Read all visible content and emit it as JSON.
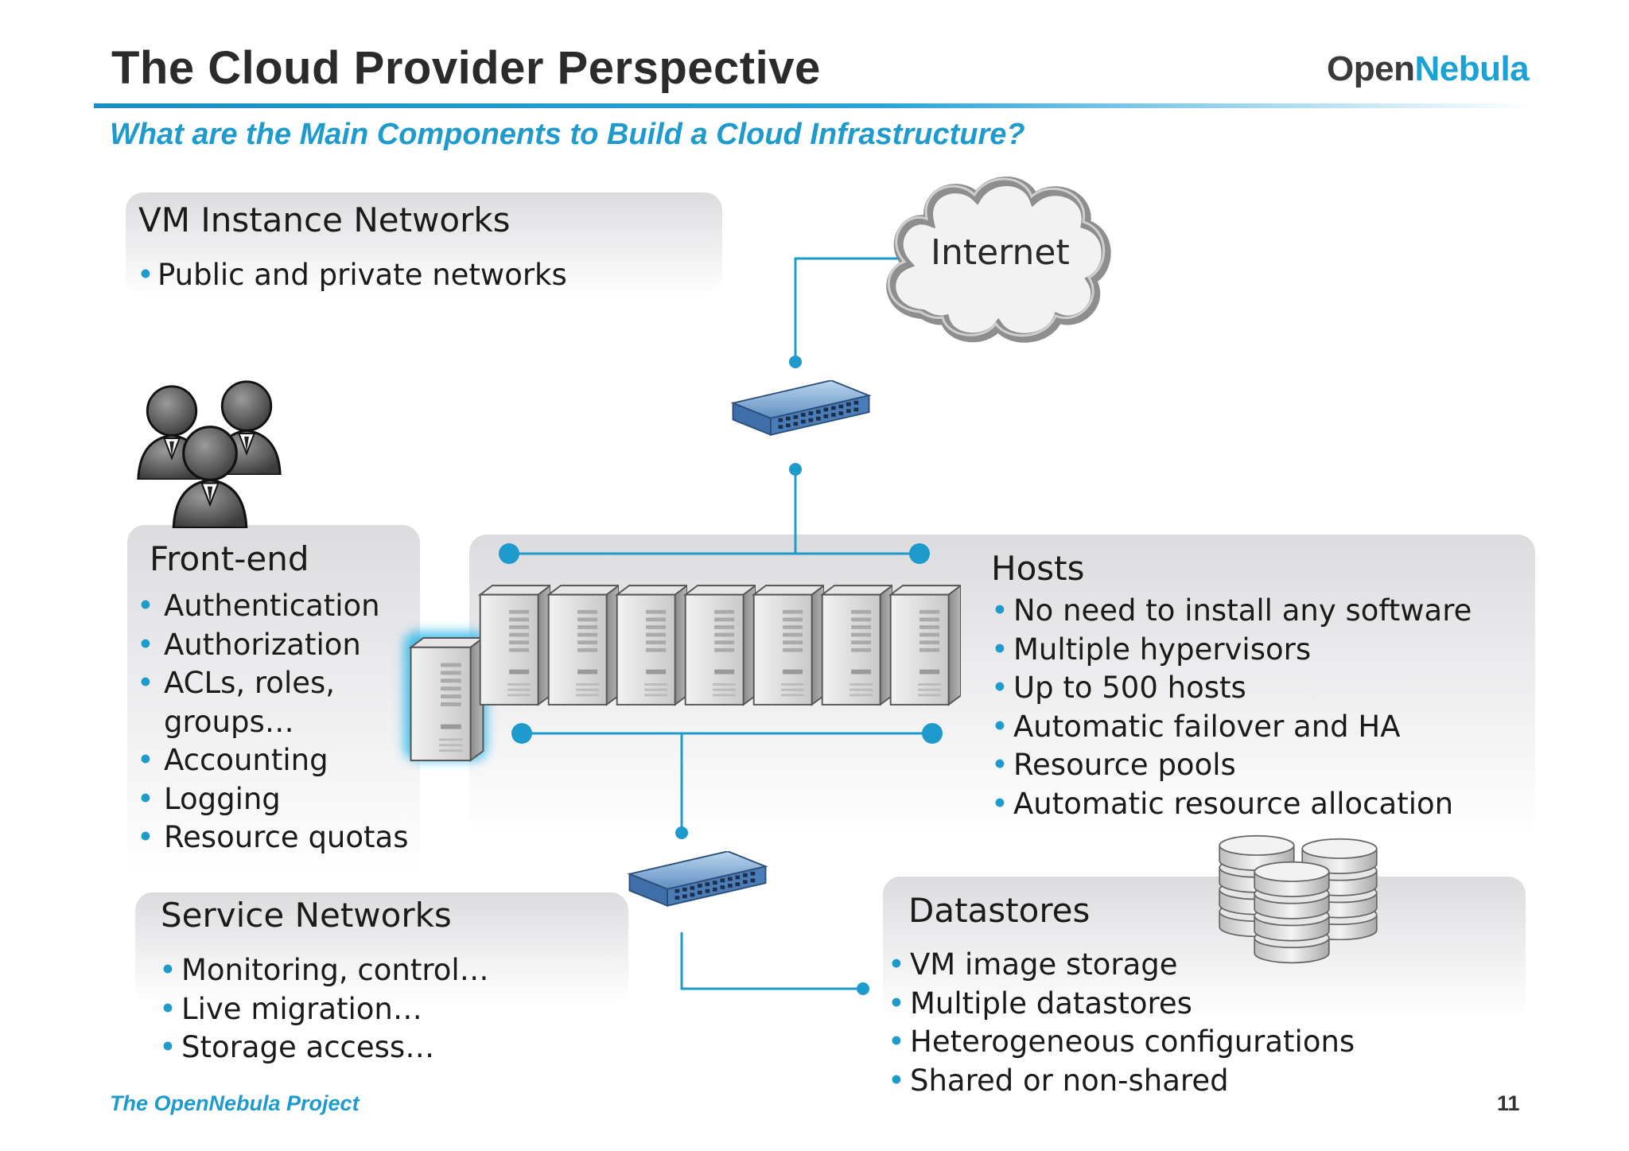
{
  "header": {
    "title": "The Cloud Provider Perspective",
    "logo_part1": "Open",
    "logo_part2": "Nebula",
    "subtitle": "What are the Main Components to Build a Cloud Infrastructure?"
  },
  "vm_networks": {
    "heading": "VM Instance Networks",
    "items": [
      "Public and private networks"
    ]
  },
  "internet": {
    "label": "Internet"
  },
  "frontend": {
    "heading": "Front-end",
    "items": [
      "Authentication",
      "Authorization",
      "ACLs, roles,",
      "groups…",
      "Accounting",
      "Logging",
      "Resource quotas"
    ]
  },
  "hosts": {
    "heading": "Hosts",
    "items": [
      "No need to install any software",
      "Multiple hypervisors",
      "Up to 500 hosts",
      "Automatic failover and HA",
      "Resource pools",
      "Automatic resource allocation"
    ]
  },
  "service_networks": {
    "heading": "Service Networks",
    "items": [
      "Monitoring, control…",
      "Live migration…",
      "Storage access…"
    ]
  },
  "datastores": {
    "heading": "Datastores",
    "items": [
      "VM image storage",
      "Multiple datastores",
      "Heterogeneous configurations",
      "Shared or non-shared"
    ]
  },
  "footer": {
    "project": "The OpenNebula Project",
    "page": "11"
  },
  "colors": {
    "accent": "#1e9bcc",
    "text": "#1a1a1a",
    "panel": "#e4e4e6"
  }
}
